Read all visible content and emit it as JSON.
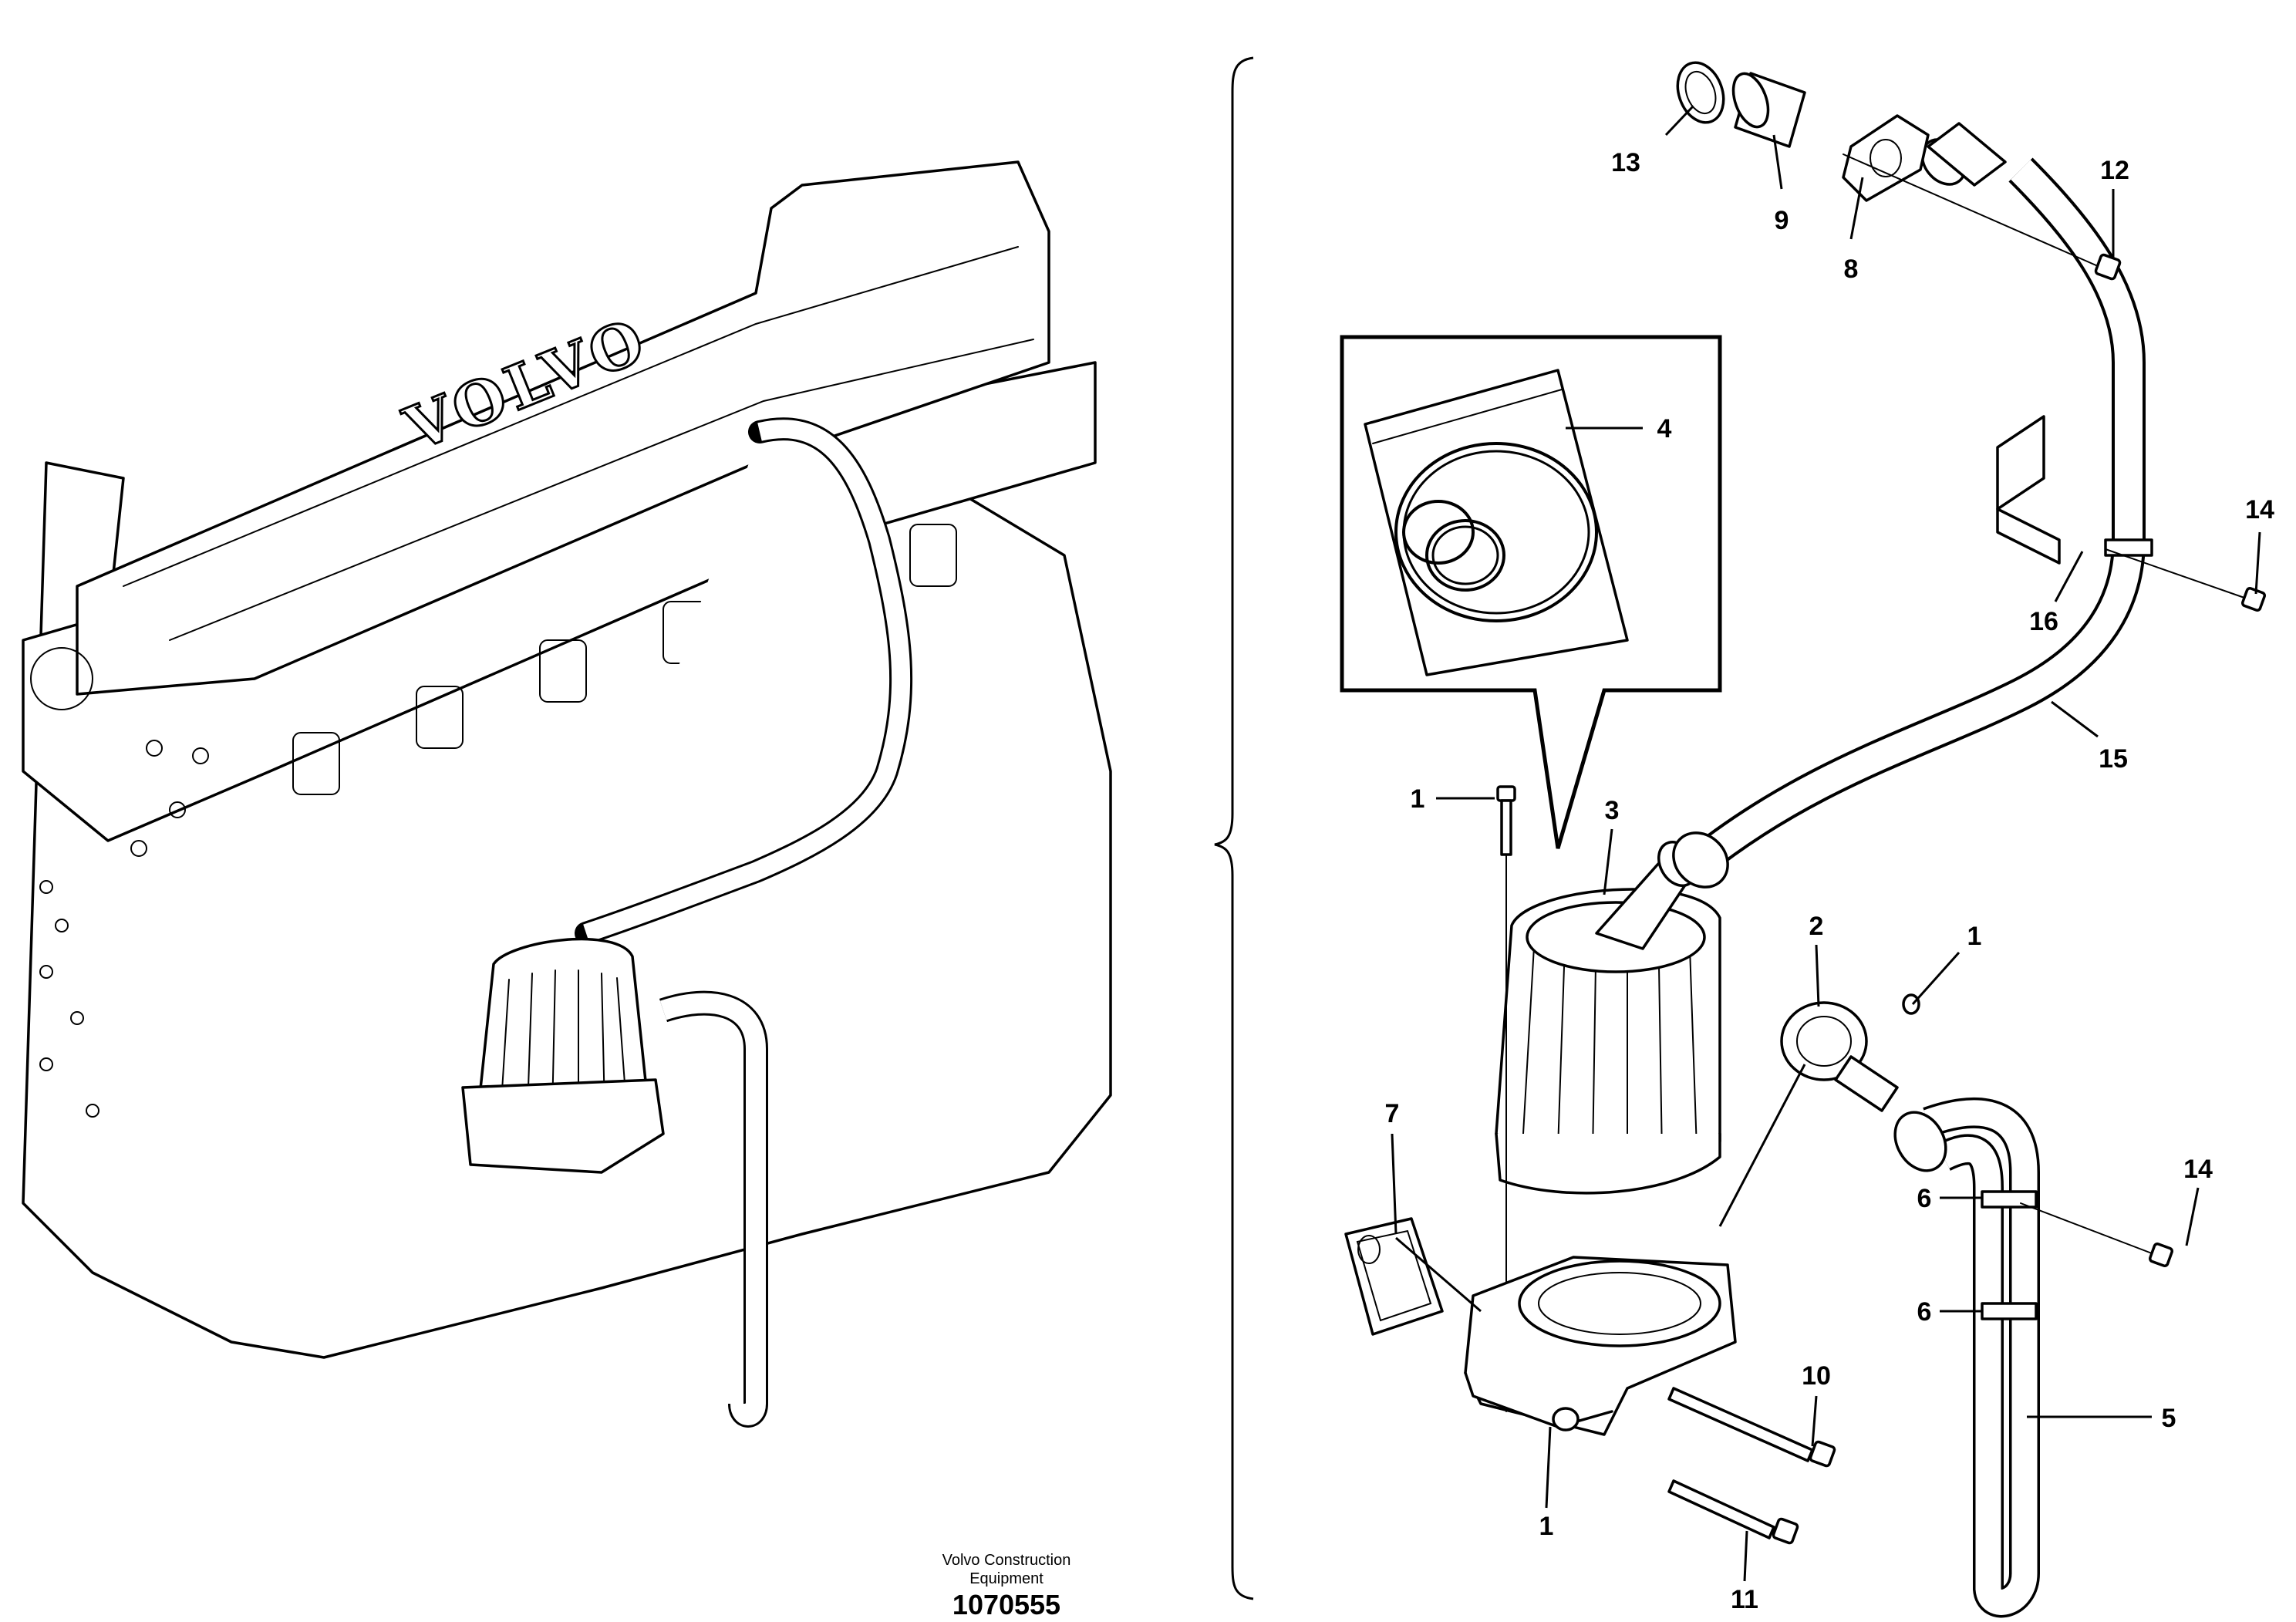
{
  "engine_logo": "VOLVO",
  "callouts": {
    "c1a": "1",
    "c1b": "1",
    "c1c": "1",
    "c2": "2",
    "c3": "3",
    "c4": "4",
    "c5": "5",
    "c6a": "6",
    "c6b": "6",
    "c7": "7",
    "c8": "8",
    "c9": "9",
    "c10": "10",
    "c11": "11",
    "c12": "12",
    "c13": "13",
    "c14a": "14",
    "c14b": "14",
    "c15": "15",
    "c16": "16"
  },
  "footer": {
    "company_line1": "Volvo Construction",
    "company_line2": "Equipment",
    "document_number": "1070555"
  }
}
